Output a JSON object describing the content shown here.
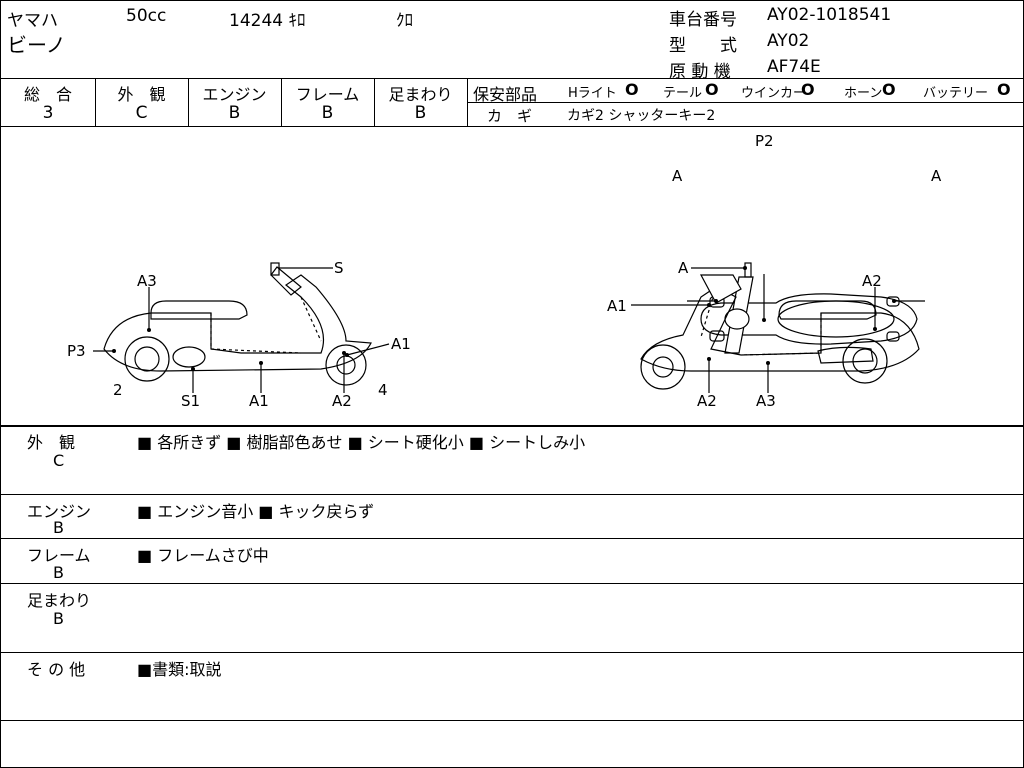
{
  "header": {
    "maker": "ヤマハ",
    "displacement": "50cc",
    "mileage": "14244 ｷﾛ",
    "color": "ｸﾛ",
    "model_name": "ビーノ",
    "frame_no_label": "車台番号",
    "frame_no": "AY02-1018541",
    "type_label": "型　　式",
    "type": "AY02",
    "engine_label": "原 動 機",
    "engine": "AF74E"
  },
  "grades": {
    "overall_label": "総　合",
    "overall": "3",
    "exterior_label": "外　観",
    "exterior": "C",
    "engine_label": "エンジン",
    "engine": "B",
    "frame_label": "フレーム",
    "frame": "B",
    "suspension_label": "足まわり",
    "suspension": "B"
  },
  "safety": {
    "label": "保安部品",
    "items": [
      {
        "name": "Hライト",
        "mark": "O"
      },
      {
        "name": "テール",
        "mark": "O"
      },
      {
        "name": "ウインカー",
        "mark": "O"
      },
      {
        "name": "ホーン",
        "mark": "O"
      },
      {
        "name": "バッテリー",
        "mark": "O"
      }
    ],
    "key_label": "カ　ギ",
    "key_value": "カギ2 シャッターキー2"
  },
  "diagram": {
    "top_view": {
      "p2": "P2",
      "a_left": "A",
      "a_right": "A"
    },
    "left_view": {
      "s": "S",
      "a3": "A3",
      "p3": "P3",
      "a1_right": "A1",
      "two": "2",
      "s1": "S1",
      "a1_bottom": "A1",
      "a2": "A2",
      "four": "4"
    },
    "right_view": {
      "a_top": "A",
      "a2_top": "A2",
      "a1": "A1",
      "a2_bottom": "A2",
      "a3": "A3"
    }
  },
  "sections": [
    {
      "title": "外　観",
      "grade": "C",
      "text": "■ 各所きず ■ 樹脂部色あせ ■ シート硬化小 ■ シートしみ小"
    },
    {
      "title": "エンジン",
      "grade": "B",
      "text": "■ エンジン音小 ■ キック戻らず"
    },
    {
      "title": "フレーム",
      "grade": "B",
      "text": "■ フレームさび中"
    },
    {
      "title": "足まわり",
      "grade": "B",
      "text": ""
    },
    {
      "title": "そ の 他",
      "grade": "",
      "text": "■書類:取説"
    }
  ]
}
